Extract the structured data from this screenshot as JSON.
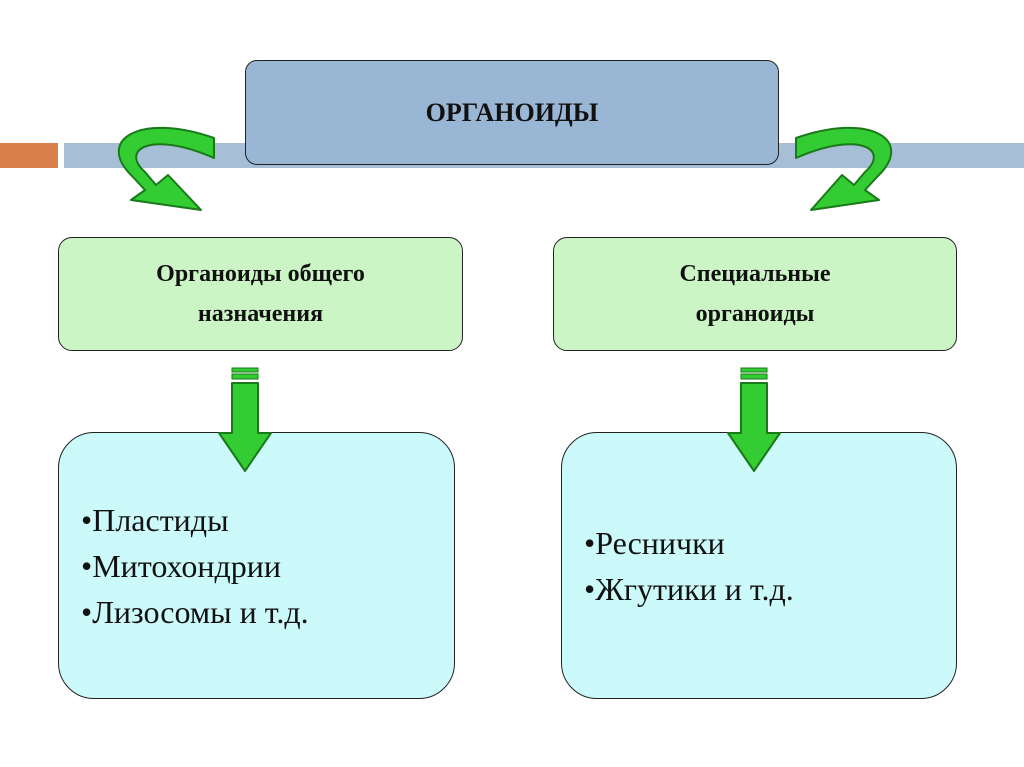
{
  "title": "ОРГАНОИДЫ",
  "categories": [
    {
      "label_line1": "Органоиды общего",
      "label_line2": "назначения",
      "items": [
        "Пластиды",
        "Митохондрии",
        "Лизосомы и т.д."
      ]
    },
    {
      "label_line1": "Специальные",
      "label_line2": "органоиды",
      "items": [
        "Реснички",
        "Жгутики и т.д."
      ]
    }
  ],
  "colors": {
    "title_fill": "#9ab6d5",
    "category_fill": "#ccf5c6",
    "list_fill": "#ccfafa",
    "arrow_green": "#33cc33",
    "accent_orange": "#d9804a",
    "accent_blue": "#a7bfd6"
  }
}
